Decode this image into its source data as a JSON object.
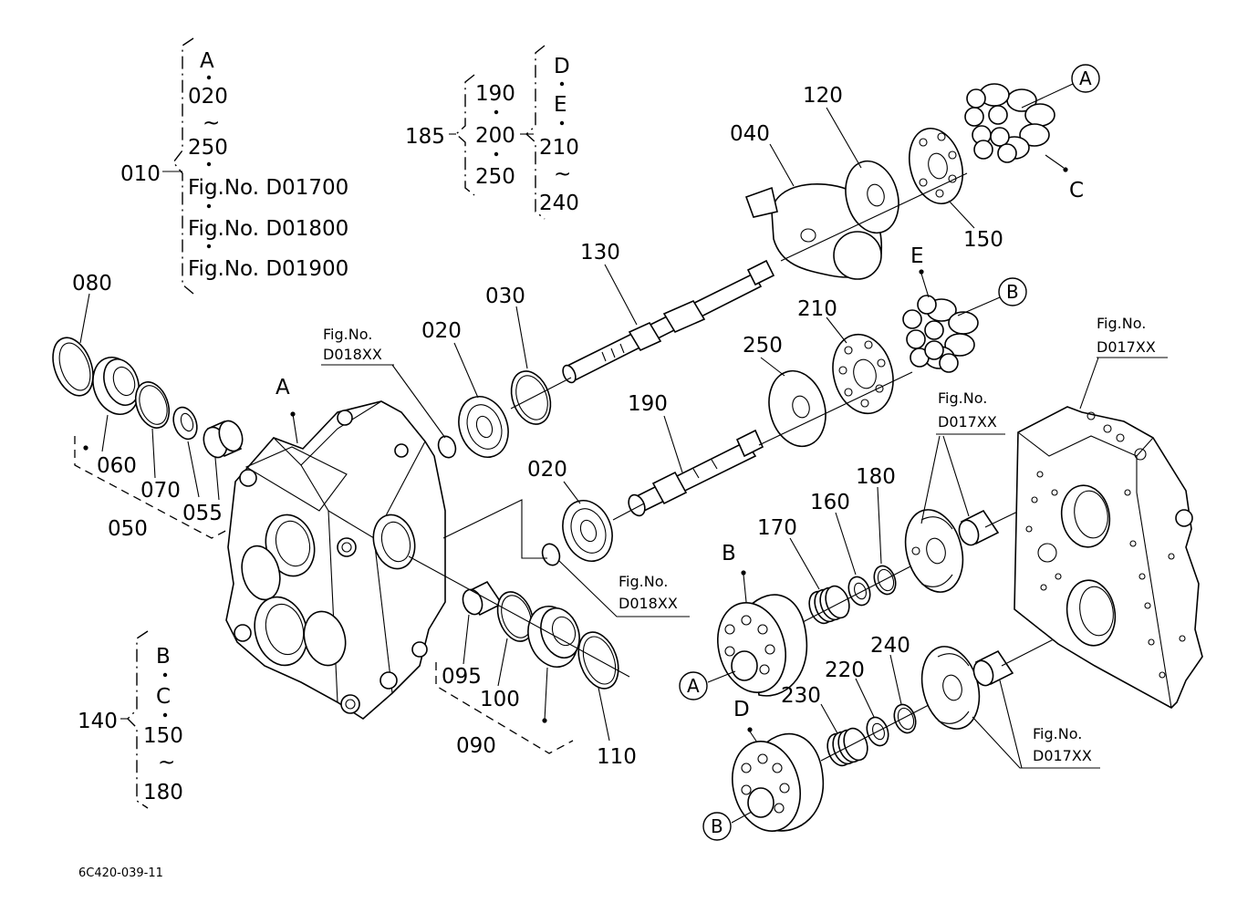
{
  "diagram_code": "6C420-039-11",
  "groups": {
    "g010": {
      "label": "010",
      "items": [
        "A",
        "020",
        "~",
        "250",
        "Fig.No.  D01700",
        "Fig.No.  D01800",
        "Fig.No.  D01900"
      ]
    },
    "g185": {
      "label": "185",
      "sub1": [
        "190",
        "200",
        "250"
      ],
      "sub2": [
        "D",
        "E",
        "210",
        "~",
        "240"
      ]
    },
    "g140": {
      "label": "140",
      "items": [
        "B",
        "C",
        "150",
        "~",
        "180"
      ]
    }
  },
  "parts": {
    "p080": "080",
    "p060": "060",
    "p070": "070",
    "p055": "055",
    "p050": "050",
    "p020a": "020",
    "p030": "030",
    "p130": "130",
    "p040": "040",
    "p120": "120",
    "p150": "150",
    "p210": "210",
    "p250": "250",
    "p190": "190",
    "p020b": "020",
    "p180": "180",
    "p160": "160",
    "p170": "170",
    "p240": "240",
    "p220": "220",
    "p230": "230",
    "p095": "095",
    "p100": "100",
    "p090": "090",
    "p110": "110"
  },
  "letters": {
    "a_housing": "A",
    "c_pistons": "C",
    "e_pistons": "E",
    "b_block": "B",
    "d_block": "D"
  },
  "circled": {
    "a_top": "A",
    "b_top": "B",
    "a_block": "A",
    "b_block": "B"
  },
  "fig_refs": {
    "r1": {
      "line1": "Fig.No.",
      "line2": "D018XX"
    },
    "r2": {
      "line1": "Fig.No.",
      "line2": "D018XX"
    },
    "r3": {
      "line1": "Fig.No.",
      "line2": "D017XX"
    },
    "r4": {
      "line1": "Fig.No.",
      "line2": "D017XX"
    },
    "r5": {
      "line1": "Fig.No.",
      "line2": "D017XX"
    }
  }
}
